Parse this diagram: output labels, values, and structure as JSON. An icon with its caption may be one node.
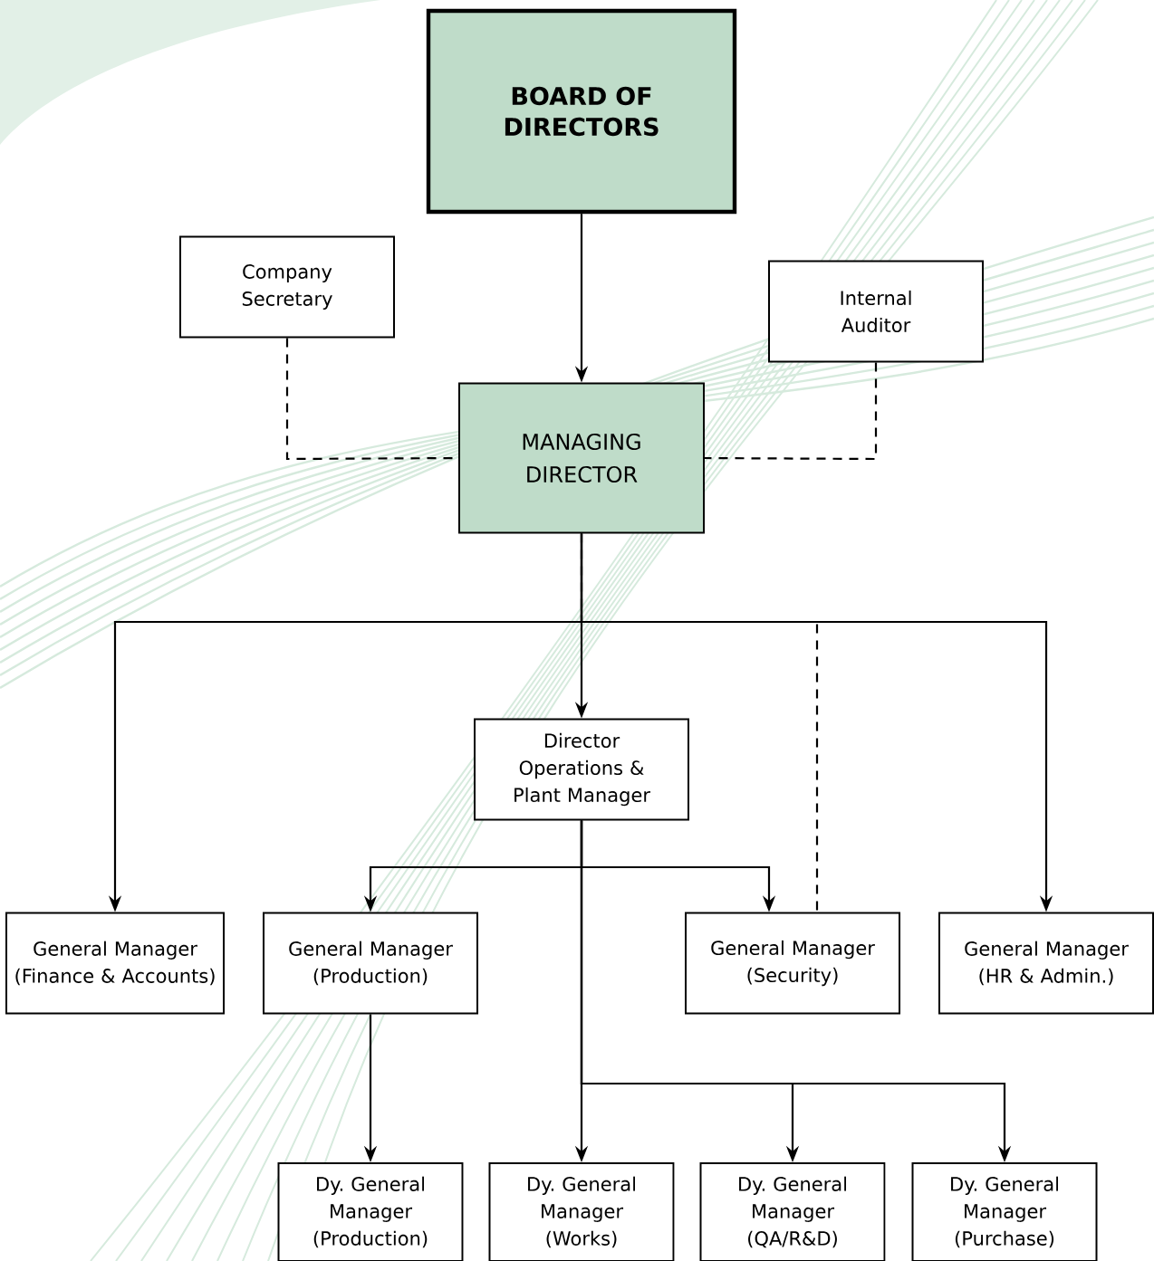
{
  "diagram": {
    "nodes": [
      {
        "text": [
          "BOARD OF DIRECTORS"
        ]
      },
      {
        "text": [
          "Company Secretary"
        ]
      },
      {
        "text": [
          "Internal Auditor"
        ]
      },
      {
        "text": [
          "MANAGING DIRECTOR"
        ]
      },
      {
        "text": [
          "Director Operations & Plant Manager"
        ]
      },
      {
        "text": [
          "General Manager (Finance & Accounts)"
        ]
      },
      {
        "text": [
          "General Manager (Production)"
        ]
      },
      {
        "text": [
          "General Manager (Security)"
        ]
      },
      {
        "text": [
          "General Manager (HR & Admin.)"
        ]
      },
      {
        "text": [
          "Dy. General Manager (Production)"
        ]
      },
      {
        "text": [
          "Dy. General Manager (Works)"
        ]
      },
      {
        "text": [
          "Dy. General Manager (QA/R&D)"
        ]
      },
      {
        "text": [
          "Dy. General Manager (Purchase)"
        ]
      }
    ],
    "edges": [
      {
        "from": 0,
        "to": 3,
        "arrow": "to"
      },
      {
        "from": 1,
        "to": 3,
        "arrow": "none",
        "style": "dashed"
      },
      {
        "from": 2,
        "to": 3,
        "arrow": "none",
        "style": "dashed"
      },
      {
        "from": 3,
        "to": 7,
        "arrow": "none",
        "style": "dashed"
      },
      {
        "from": 3,
        "to": 4,
        "arrow": "to"
      },
      {
        "from": 3,
        "to": 5,
        "arrow": "to"
      },
      {
        "from": 3,
        "to": 8,
        "arrow": "to"
      },
      {
        "from": 4,
        "to": 6,
        "arrow": "to"
      },
      {
        "from": 4,
        "to": 7,
        "arrow": "to"
      },
      {
        "from": 4,
        "to": 10,
        "arrow": "to"
      },
      {
        "from": 4,
        "to": 11,
        "arrow": "to"
      },
      {
        "from": 4,
        "to": 12,
        "arrow": "to"
      },
      {
        "from": 6,
        "to": 9,
        "arrow": "to"
      }
    ]
  }
}
